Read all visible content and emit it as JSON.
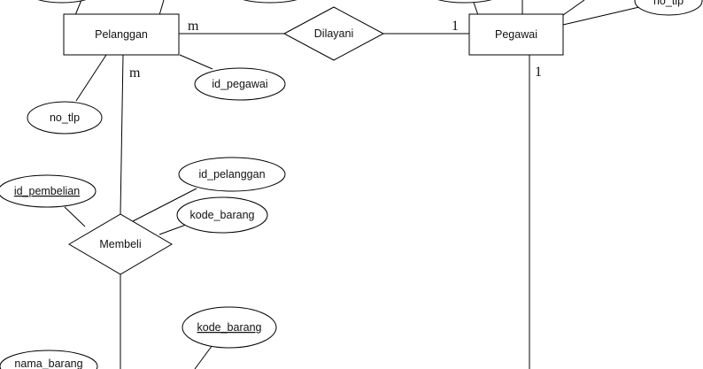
{
  "diagram": {
    "entities": [
      {
        "id": "pelanggan",
        "label": "Pelanggan"
      },
      {
        "id": "pegawai",
        "label": "Pegawai"
      }
    ],
    "relationships": [
      {
        "id": "dilayani",
        "label": "Dilayani"
      },
      {
        "id": "membeli",
        "label": "Membeli"
      }
    ],
    "attributes": [
      {
        "id": "id-pegawai",
        "label": "id_pegawai",
        "key": false
      },
      {
        "id": "no-tlp-pelanggan",
        "label": "no_tlp",
        "key": false
      },
      {
        "id": "no-tlp-pegawai",
        "label": "no_tlp",
        "key": false
      },
      {
        "id": "id-pembelian",
        "label": "id_pembelian",
        "key": true
      },
      {
        "id": "id-pelanggan",
        "label": "id_pelanggan",
        "key": false
      },
      {
        "id": "kode-barang-membeli",
        "label": "kode_barang",
        "key": false
      },
      {
        "id": "kode-barang-key",
        "label": "kode_barang",
        "key": true
      },
      {
        "id": "nama-barang",
        "label": "nama_barang",
        "key": false
      }
    ],
    "cardinalities": {
      "pelanggan_dilayani": "m",
      "dilayani_pegawai": "1",
      "pelanggan_membeli": "m",
      "pegawai_down": "1"
    }
  }
}
